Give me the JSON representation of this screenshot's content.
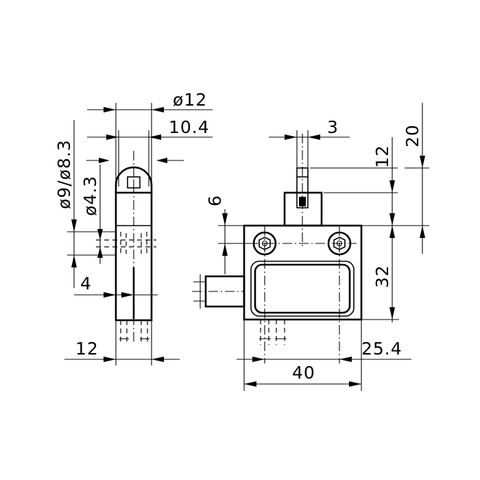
{
  "drawing": {
    "side_view": {
      "dia_roller": "ø12",
      "roller_width": "10.4",
      "dia_hole": "ø9/ø8.3",
      "dia_small": "ø4.3",
      "slot_depth": "4",
      "body_width": "12"
    },
    "front_view": {
      "plunger_width": "3",
      "plunger_height": "12",
      "total_height": "20",
      "hole_offset": "6",
      "body_height": "32",
      "hole_spacing": "25.4",
      "body_width": "40"
    }
  }
}
